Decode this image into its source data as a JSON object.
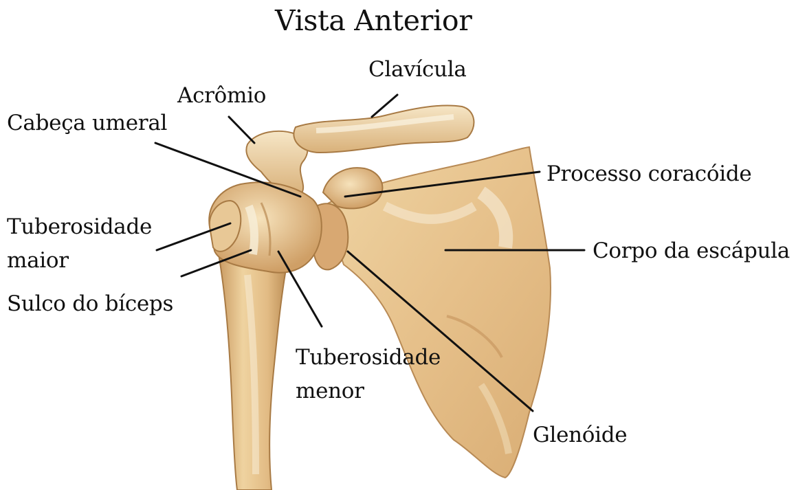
{
  "title": "Vista Anterior",
  "labels": {
    "clavicula": "Clavícula",
    "acromio": "Acrômio",
    "cabeca_umeral": "Cabeça umeral",
    "processo_coracoide": "Processo coracóide",
    "tuberosidade_maior_1": "Tuberosidade",
    "tuberosidade_maior_2": "maior",
    "corpo_escapula": "Corpo da escápula",
    "sulco_biceps": "Sulco do bíceps",
    "tuberosidade_menor_1": "Tuberosidade",
    "tuberosidade_menor_2": "menor",
    "glenoide": "Glenóide"
  },
  "colors": {
    "bone_light": "#f3ddb0",
    "bone_mid": "#e2bd86",
    "bone_dark": "#b98a52",
    "bone_highlight": "#f8efd9",
    "leader_line": "#111111"
  }
}
